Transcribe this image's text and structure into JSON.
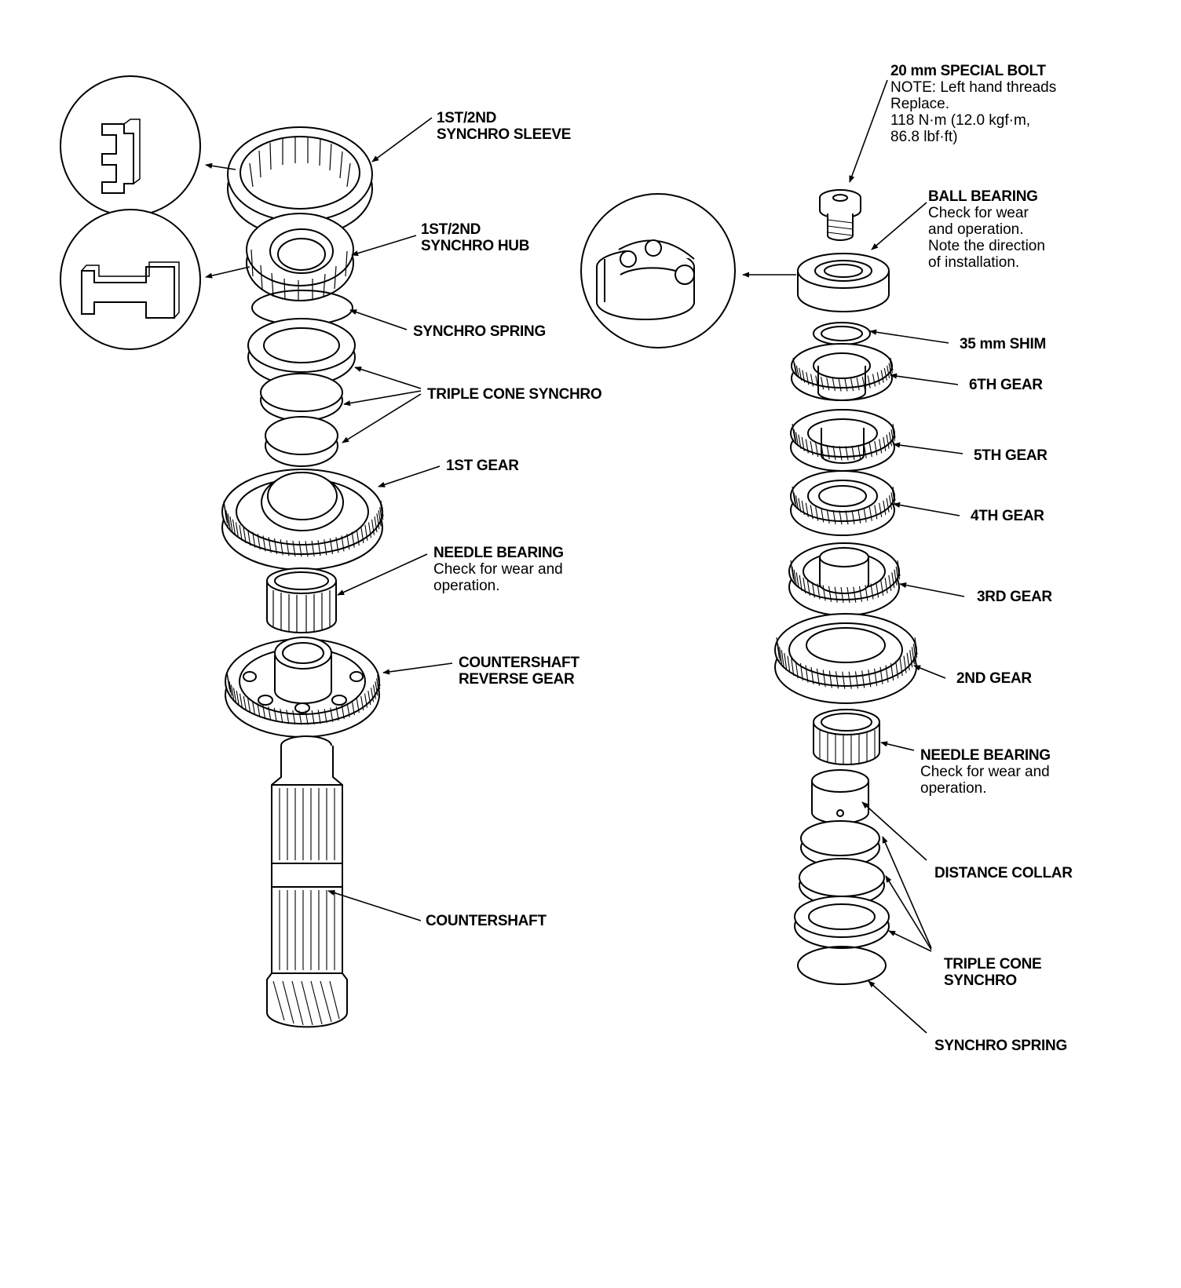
{
  "countershaft_labels": {
    "sleeve": [
      "1ST/2ND",
      "SYNCHRO SLEEVE"
    ],
    "hub": [
      "1ST/2ND",
      "SYNCHRO HUB"
    ],
    "spring": "SYNCHRO SPRING",
    "triple": "TRIPLE CONE SYNCHRO",
    "first_gear": "1ST GEAR",
    "needle_title": "NEEDLE BEARING",
    "needle_note": [
      "Check for wear and",
      "operation."
    ],
    "reverse": [
      "COUNTERSHAFT",
      "REVERSE GEAR"
    ],
    "countershaft": "COUNTERSHAFT"
  },
  "mainshaft_labels": {
    "bolt_title": "20 mm SPECIAL BOLT",
    "bolt_note": [
      "NOTE: Left hand threads",
      "Replace.",
      "118 N·m (12.0 kgf·m,",
      "86.8 lbf·ft)"
    ],
    "ball_title": "BALL BEARING",
    "ball_note": [
      "Check for wear",
      "and operation.",
      "Note the direction",
      "of installation."
    ],
    "shim": "35 mm SHIM",
    "sixth": "6TH GEAR",
    "fifth": "5TH GEAR",
    "fourth": "4TH GEAR",
    "third": "3RD GEAR",
    "second": "2ND GEAR",
    "needle_title": "NEEDLE BEARING",
    "needle_note": [
      "Check for wear and",
      "operation."
    ],
    "collar": "DISTANCE COLLAR",
    "triple": [
      "TRIPLE CONE",
      "SYNCHRO"
    ],
    "spring": "SYNCHRO SPRING"
  }
}
